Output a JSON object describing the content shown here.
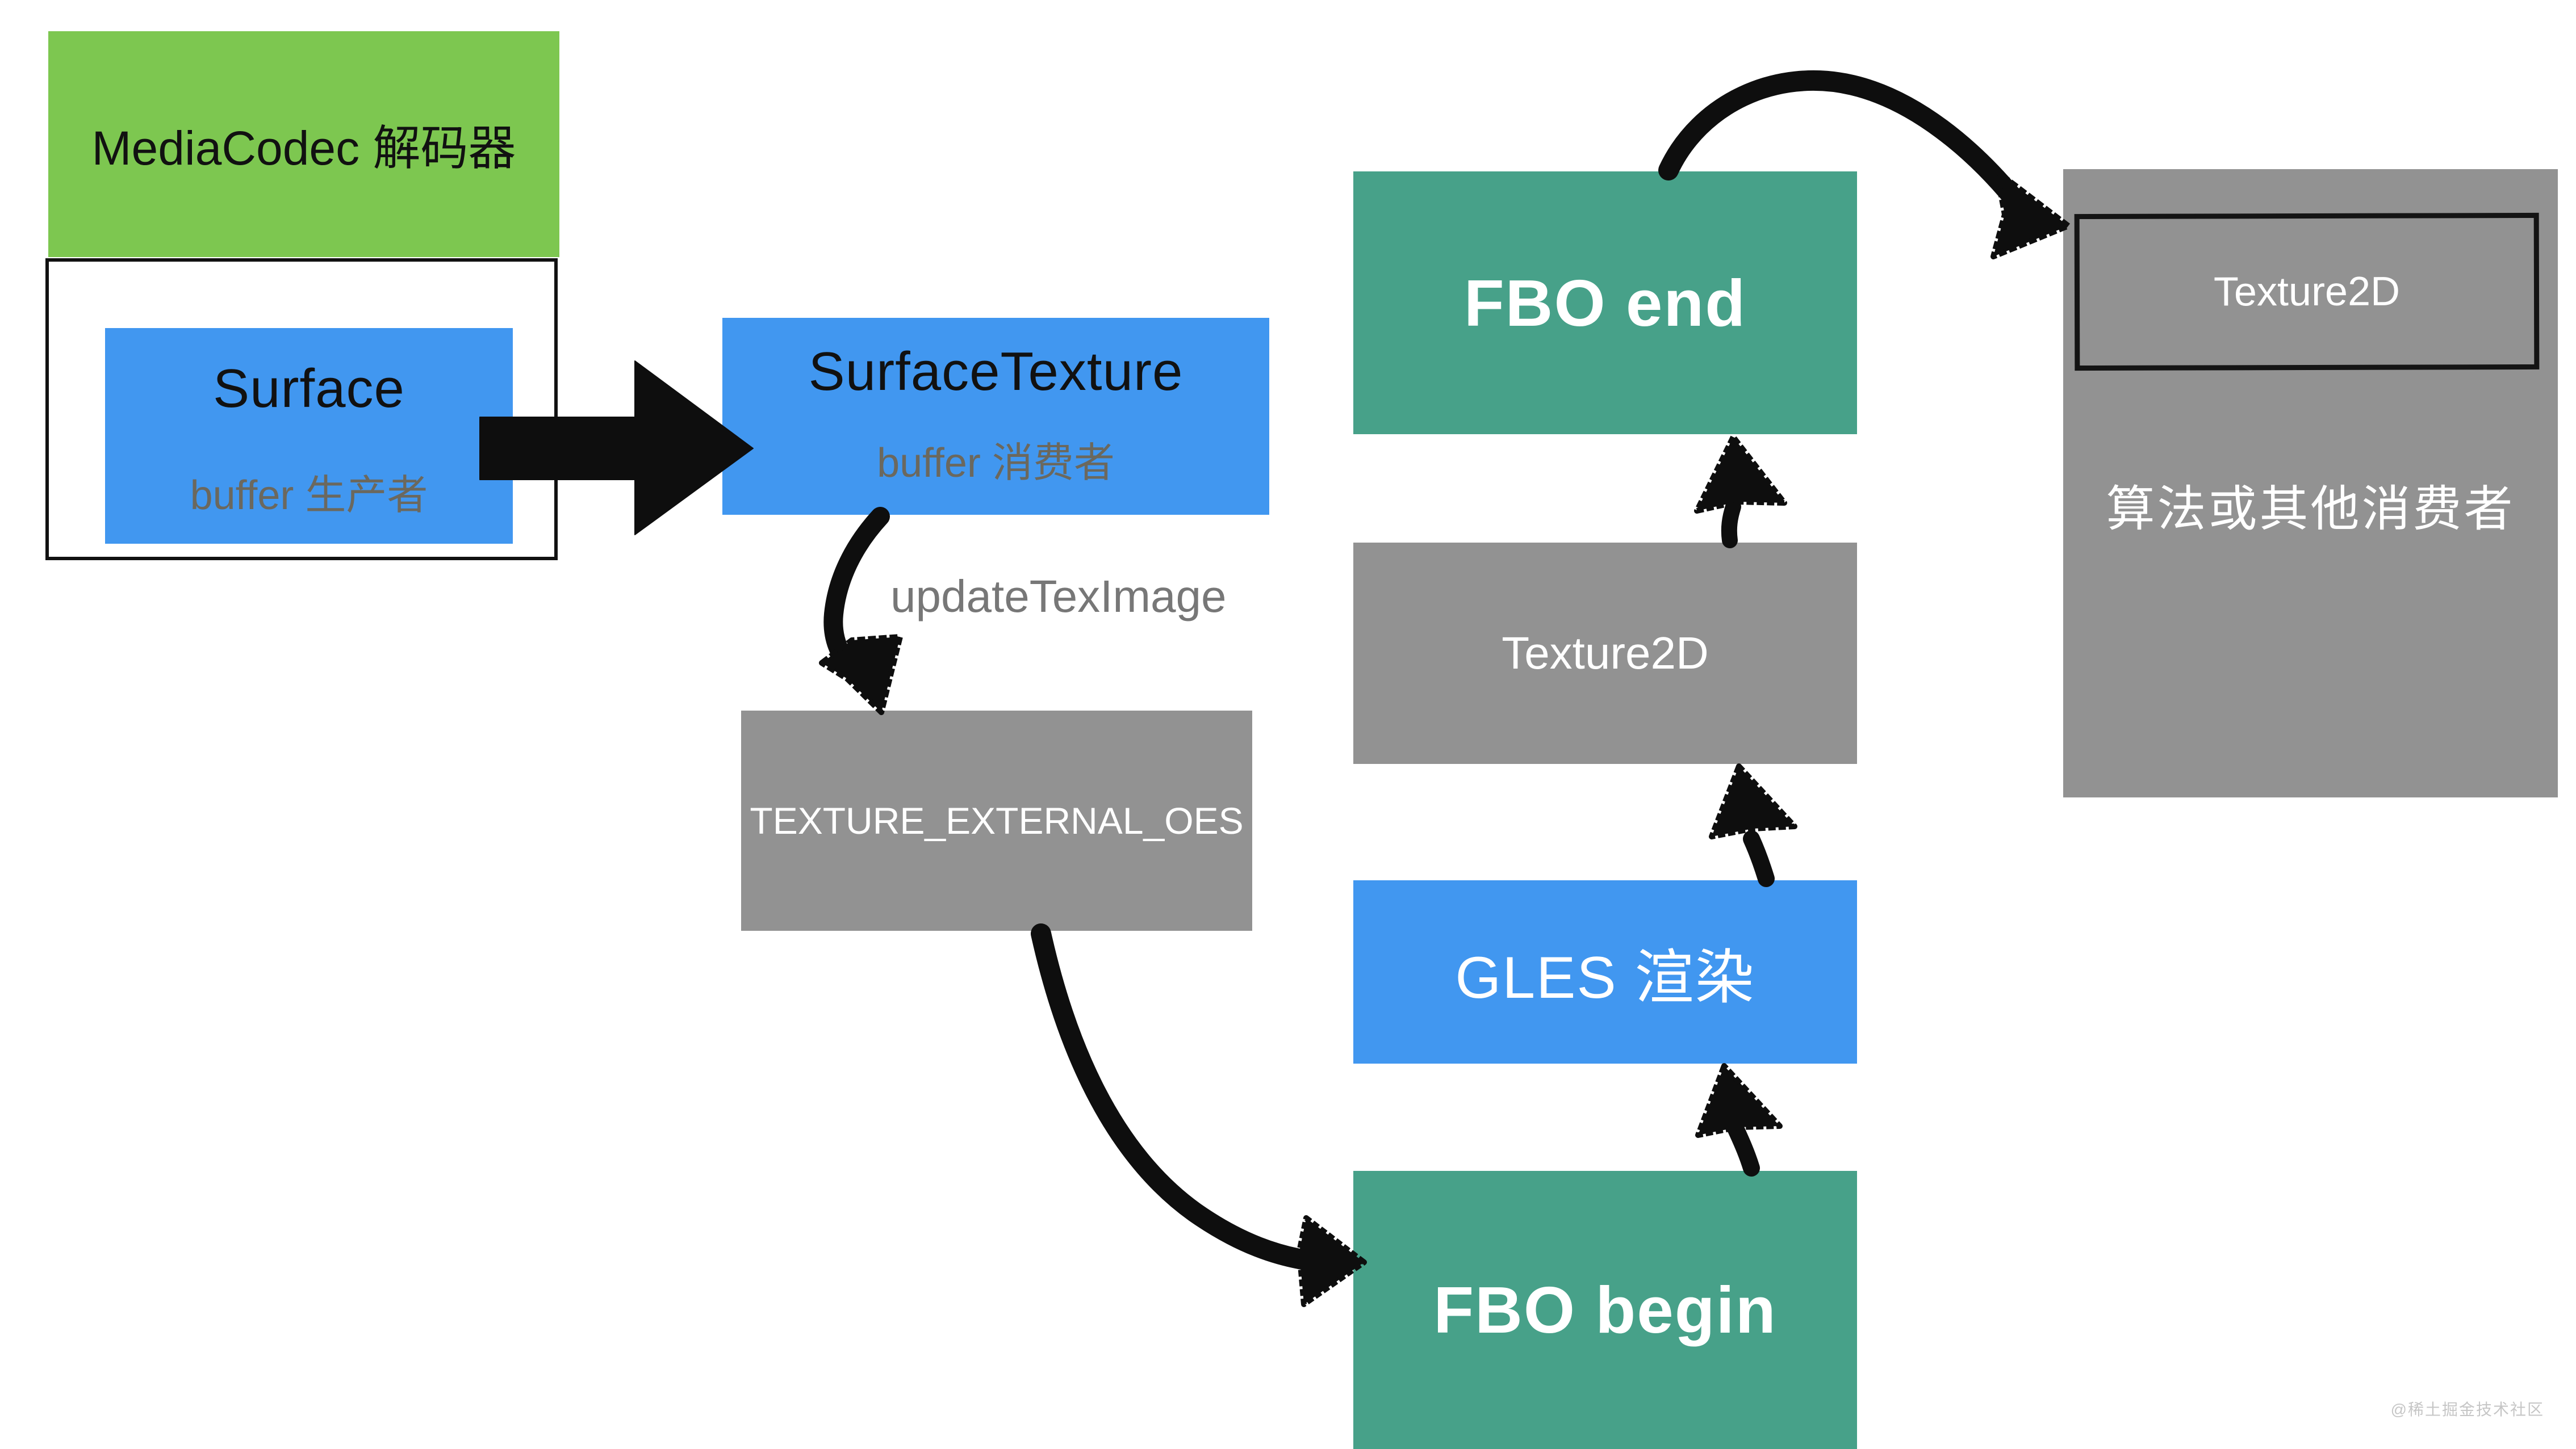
{
  "colors": {
    "green": "#7DC750",
    "blue": "#4197F0",
    "teal": "#47A189",
    "gray": "#929292",
    "arrow": "#0E0E0E",
    "border": "#111111",
    "muted_text": "#6B685E",
    "label_gray": "#777777",
    "watermark_gray": "#C6C6C6"
  },
  "nodes": {
    "mediacodec": {
      "title": "MediaCodec 解码器"
    },
    "surface": {
      "title": "Surface",
      "subtitle": "buffer 生产者"
    },
    "surface_texture": {
      "title": "SurfaceTexture",
      "subtitle": "buffer 消费者"
    },
    "texture_external_oes": {
      "title": "TEXTURE_EXTERNAL_OES"
    },
    "fbo_end": {
      "title": "FBO end"
    },
    "texture2d": {
      "title": "Texture2D"
    },
    "gles": {
      "title": "GLES 渲染"
    },
    "fbo_begin": {
      "title": "FBO begin"
    },
    "consumer": {
      "inner_title": "Texture2D",
      "caption": "算法或其他消费者"
    }
  },
  "labels": {
    "update_tex_image": "updateTexImage"
  },
  "watermark": "@稀土掘金技术社区"
}
